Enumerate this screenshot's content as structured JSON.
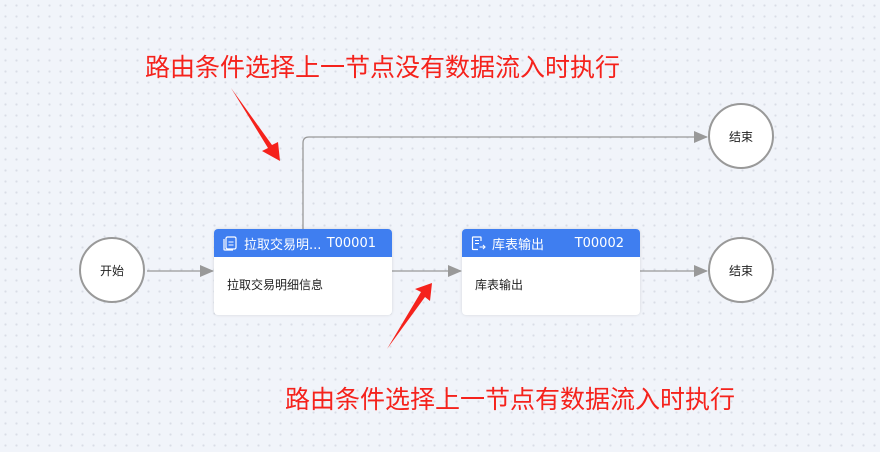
{
  "annotations": {
    "top": "路由条件选择上一节点没有数据流入时执行",
    "bottom": "路由条件选择上一节点有数据流入时执行"
  },
  "nodes": {
    "start": {
      "label": "开始"
    },
    "end_top": {
      "label": "结束"
    },
    "end_bottom": {
      "label": "结束"
    },
    "task1": {
      "title": "拉取交易明...",
      "code": "T00001",
      "description": "拉取交易明细信息",
      "icon": "document-icon"
    },
    "task2": {
      "title": "库表输出",
      "code": "T00002",
      "description": "库表输出",
      "icon": "table-output-icon"
    }
  },
  "colors": {
    "header": "#3f7ef0",
    "annotation": "#f5221c",
    "edge": "#999999"
  }
}
